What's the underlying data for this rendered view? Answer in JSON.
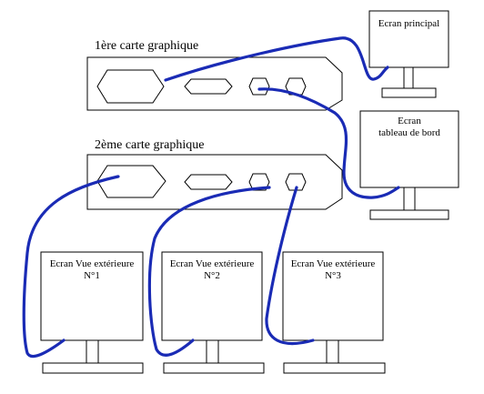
{
  "cards": [
    {
      "id": "card1",
      "title": "1ère carte graphique"
    },
    {
      "id": "card2",
      "title": "2ème carte graphique"
    }
  ],
  "screens": [
    {
      "id": "main",
      "lines": [
        "Ecran principal"
      ]
    },
    {
      "id": "dashboard",
      "lines": [
        "Ecran",
        "tableau de bord"
      ]
    },
    {
      "id": "ext1",
      "lines": [
        "Ecran Vue extérieure",
        "N°1"
      ]
    },
    {
      "id": "ext2",
      "lines": [
        "Ecran Vue extérieure",
        "N°2"
      ]
    },
    {
      "id": "ext3",
      "lines": [
        "Ecran Vue extérieure",
        "N°3"
      ]
    }
  ],
  "colors": {
    "cable": "#1a2bb5",
    "outline": "#000000",
    "fill": "#ffffff"
  }
}
